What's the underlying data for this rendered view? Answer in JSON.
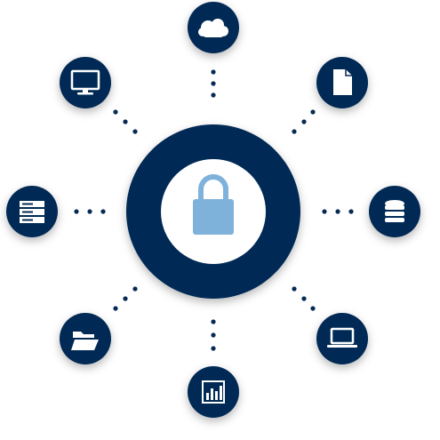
{
  "hub": {
    "icon": "lock-icon",
    "ring_color": "#062a55",
    "core_color": "#ffffff",
    "icon_color": "#7fb2db"
  },
  "nodes": [
    {
      "id": "cloud",
      "icon": "cloud-icon"
    },
    {
      "id": "document",
      "icon": "document-icon"
    },
    {
      "id": "database",
      "icon": "database-icon"
    },
    {
      "id": "laptop",
      "icon": "laptop-icon"
    },
    {
      "id": "chart",
      "icon": "bar-chart-icon"
    },
    {
      "id": "folder",
      "icon": "folder-icon"
    },
    {
      "id": "server",
      "icon": "server-icon"
    },
    {
      "id": "monitor",
      "icon": "monitor-icon"
    }
  ],
  "colors": {
    "node_fill": "#062a55",
    "icon_fill": "#ffffff",
    "connector": "#062a55"
  }
}
